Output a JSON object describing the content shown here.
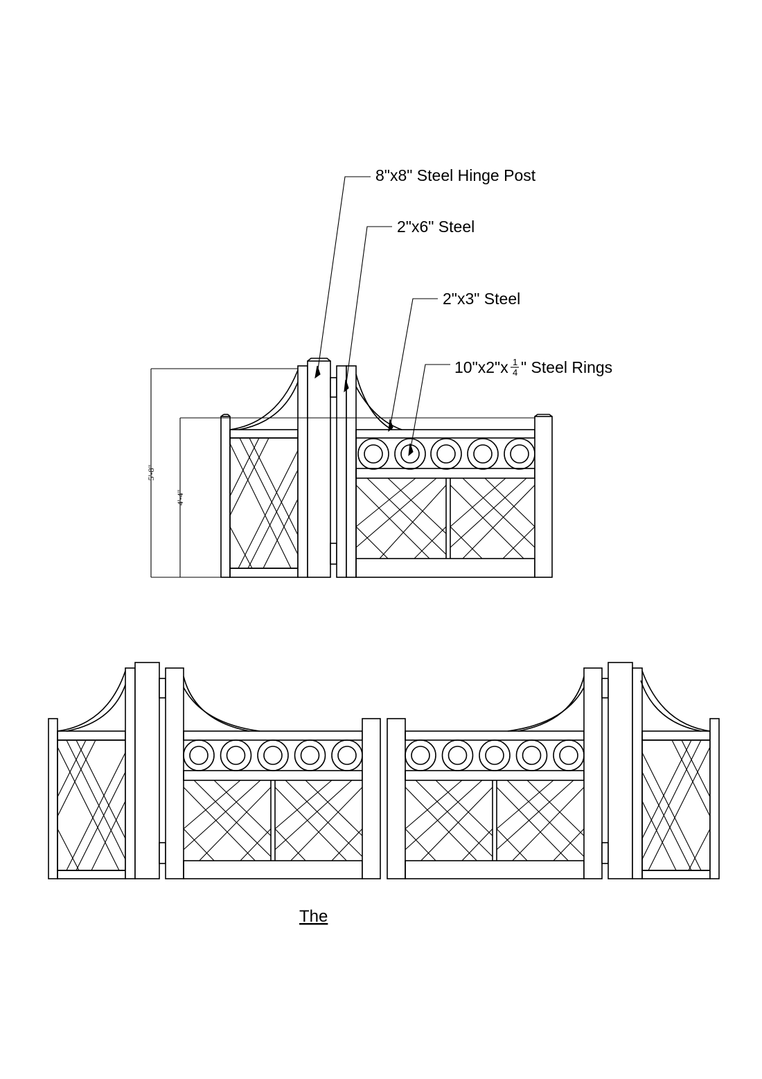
{
  "callouts": {
    "hinge_post": "8\"x8\" Steel Hinge Post",
    "steel_2x6": "2\"x6\" Steel",
    "steel_2x3": "2\"x3\" Steel",
    "rings_prefix": "10\"x2\"x",
    "rings_frac_num": "1",
    "rings_frac_den": "4",
    "rings_suffix": "\" Steel Rings"
  },
  "dimensions": {
    "overall_height": "5'-8\"",
    "panel_height": "4'-4\""
  },
  "caption": "The"
}
